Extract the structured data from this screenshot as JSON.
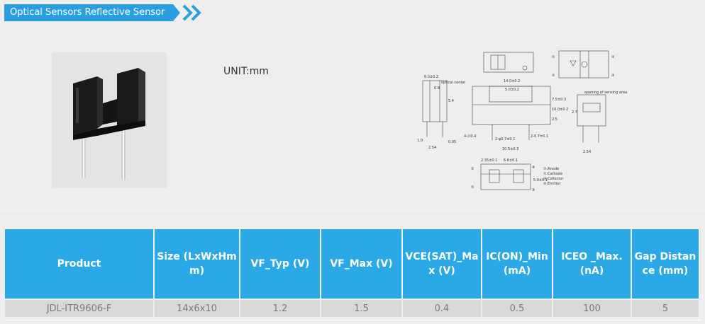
{
  "banner": {
    "title": "Optical Sensors  Reflective Sensor",
    "color": "#2a9fe0"
  },
  "unit_label": "UNIT:mm",
  "photo": {
    "icon": "reflective-sensor-photo"
  },
  "drawing": {
    "labels": {
      "optical_center": "optical center",
      "opening": "opening of sensing area",
      "d_6": "6.0±0.2",
      "d_14": "14.0±0.2",
      "d_5": "5.0±0.2",
      "d_08": "0.8",
      "d_54": "5.4",
      "d_7": "7.5±0.3",
      "d_10": "10.0±0.2",
      "d_25": "2.5",
      "d_27": "2.7",
      "d_105": "10.5±0.3",
      "d_holes": "2-φ0.7±0.1",
      "d_2_07": "2-0.7±0.1",
      "d_4": "4-∅0.4",
      "d_10b": "1.0",
      "d_005": "0.05",
      "d_254a": "2.54",
      "d_254b": "2.54",
      "d_235": "2.35±0.1",
      "d_66": "6.6±0.1",
      "d_5hole": "5.0±0.1",
      "c1": "①",
      "c2": "②",
      "c3": "③",
      "c4": "④",
      "legend_1": "①:Anode",
      "legend_2": "②:Cathode",
      "legend_3": "③:Collector",
      "legend_4": "④:Emitter"
    }
  },
  "table": {
    "headers": [
      "Product",
      "Size (LxWxHmm)",
      "VF_Typ (V)",
      "VF_Max (V)",
      "VCE(SAT)_Max (V)",
      "IC(ON)_Min (mA)",
      "ICEO _Max. (nA)",
      "Gap Distance (mm)"
    ],
    "rows": [
      [
        "JDL-ITR9606-F",
        "14x6x10",
        "1.2",
        "1.5",
        "0.4",
        "0.5",
        "100",
        "5"
      ]
    ],
    "header_color": "#2ba8e6",
    "cell_color": "#d9d9d9"
  }
}
